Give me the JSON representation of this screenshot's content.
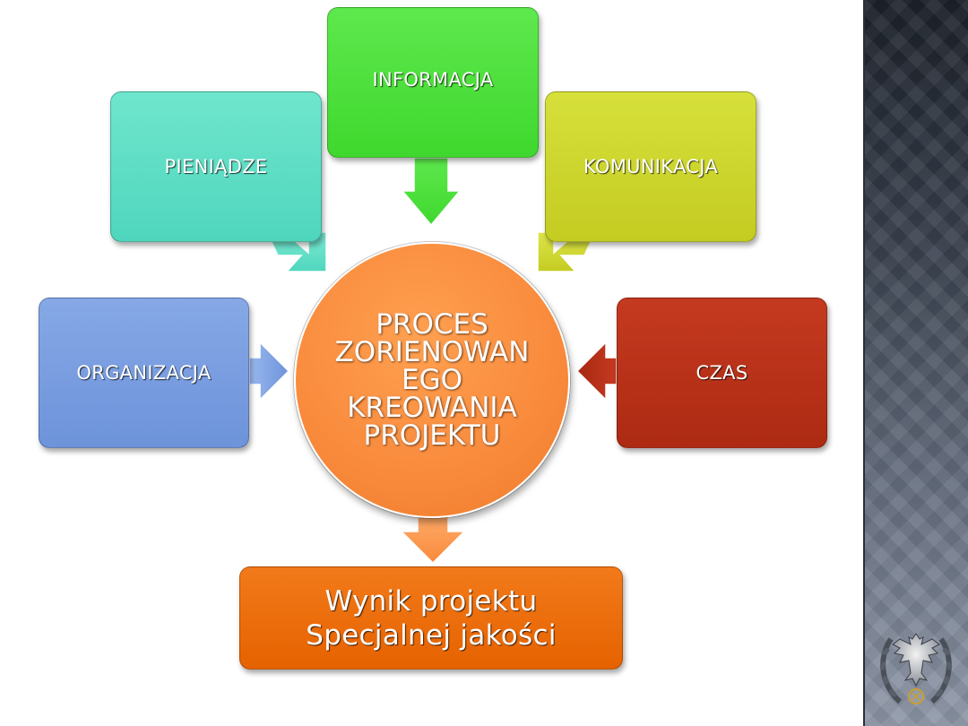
{
  "diagram": {
    "center": {
      "lines": [
        "PROCES",
        "ZORIENOWAN",
        "EGO",
        "KREOWANIA",
        "PROJEKTU"
      ]
    },
    "inputs": {
      "pieniadze": "PIENIĄDZE",
      "informacja": "INFORMACJA",
      "komunikacja": "KOMUNIKACJA",
      "organizacja": "ORGANIZACJA",
      "czas": "CZAS"
    },
    "output": {
      "lines": [
        "Wynik projektu",
        "Specjalnej jakości"
      ]
    },
    "colors": {
      "pieniadze": "#5fdfc5",
      "informacja": "#4cdf3b",
      "komunikacja": "#ccd52c",
      "organizacja": "#7a9ee0",
      "czas": "#b83219",
      "center": "#f98a3c",
      "output": "#e86800"
    }
  },
  "sidebar": {
    "emblem_icon": "polish-eagle-emblem-icon"
  }
}
